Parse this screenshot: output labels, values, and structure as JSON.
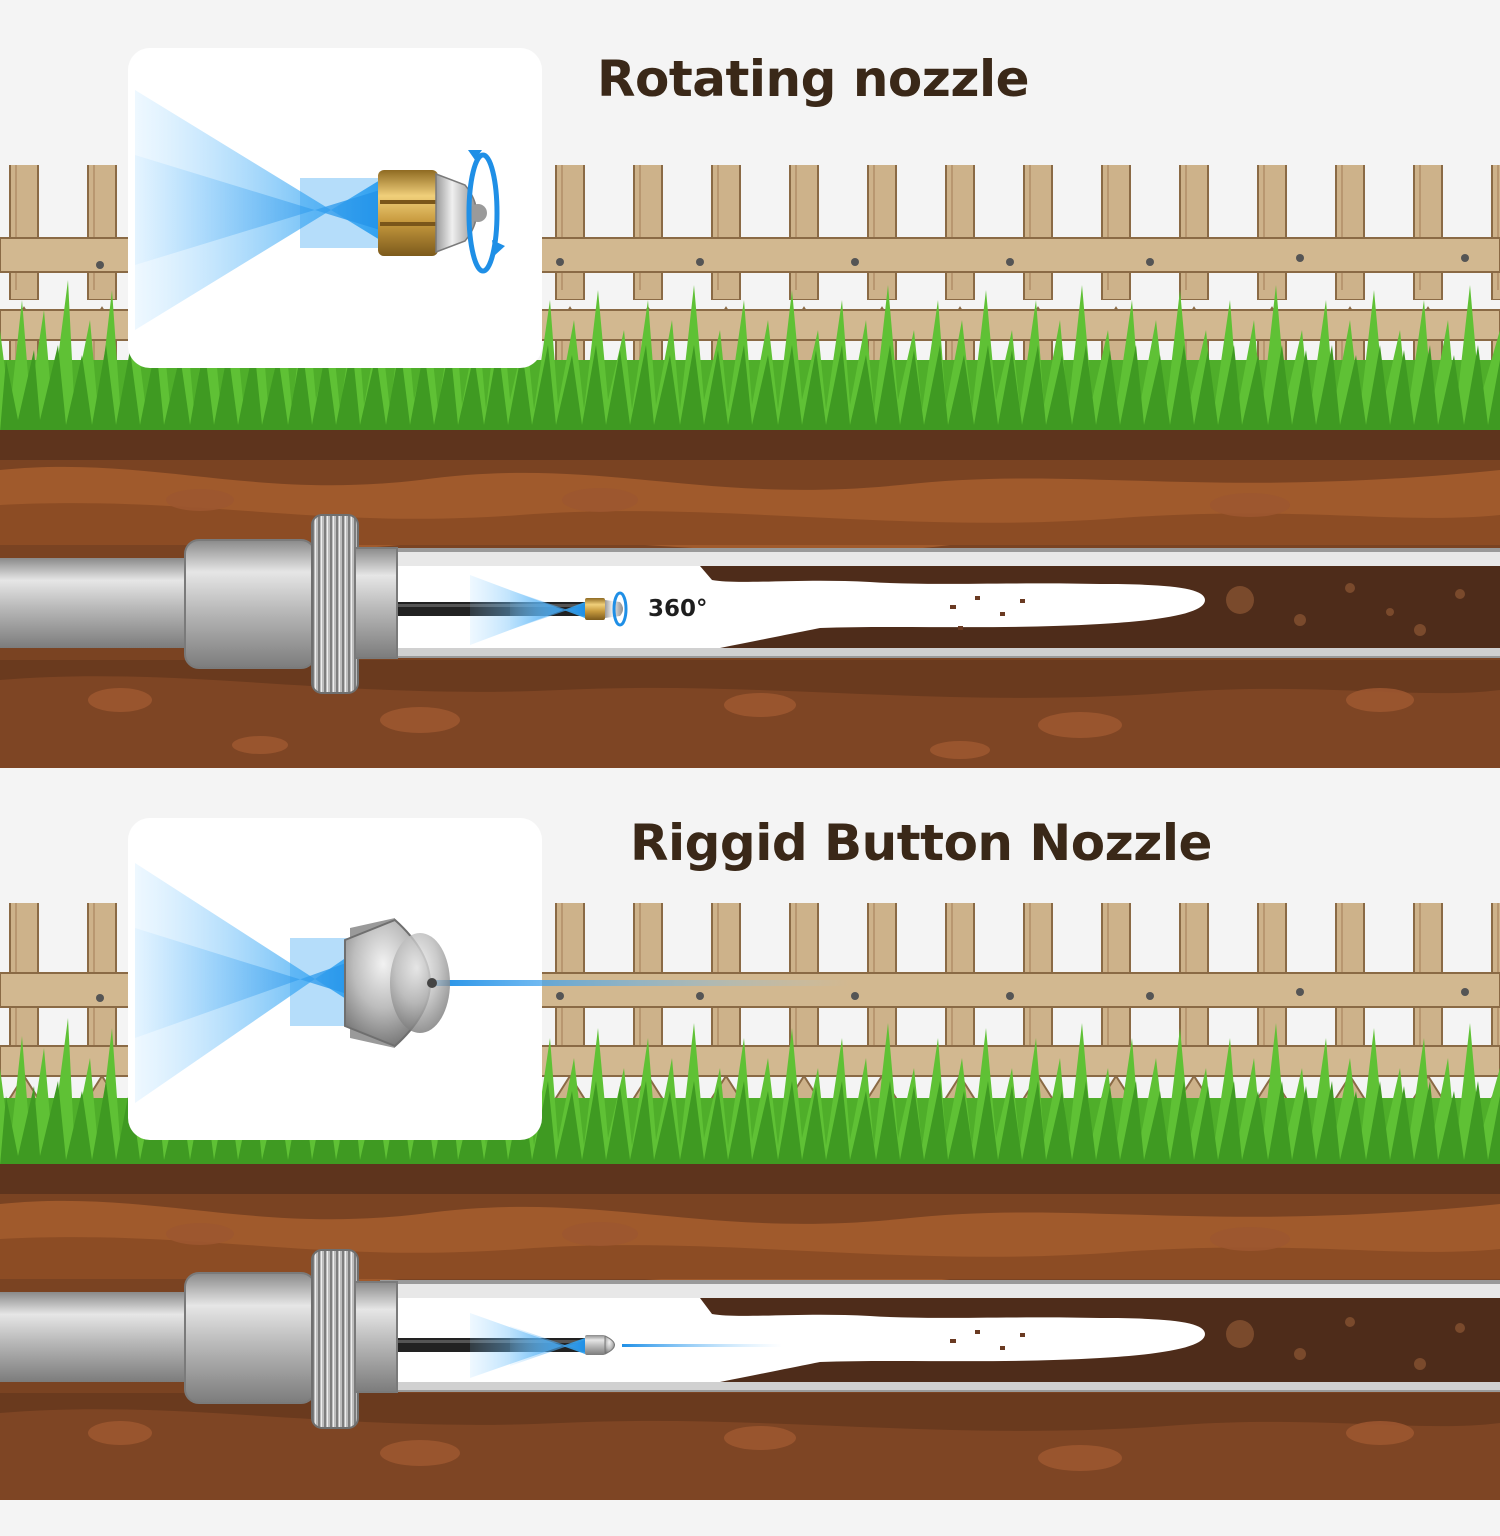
{
  "colors": {
    "background": "#f4f4f4",
    "fence": "#cdb28a",
    "grass": "#4fae2a",
    "soil_dark": "#5e341d",
    "soil_light": "#a05a2c",
    "water": "#3aa8f0",
    "brass": "#c9a24a",
    "steel": "#c2c2c2",
    "heading": "#3a2818"
  },
  "panels": [
    {
      "title": "Rotating nozzle",
      "rotation_label": "360°",
      "inset_icon": "rotating-nozzle-icon"
    },
    {
      "title": "Riggid Button Nozzle",
      "inset_icon": "button-nozzle-icon"
    }
  ]
}
